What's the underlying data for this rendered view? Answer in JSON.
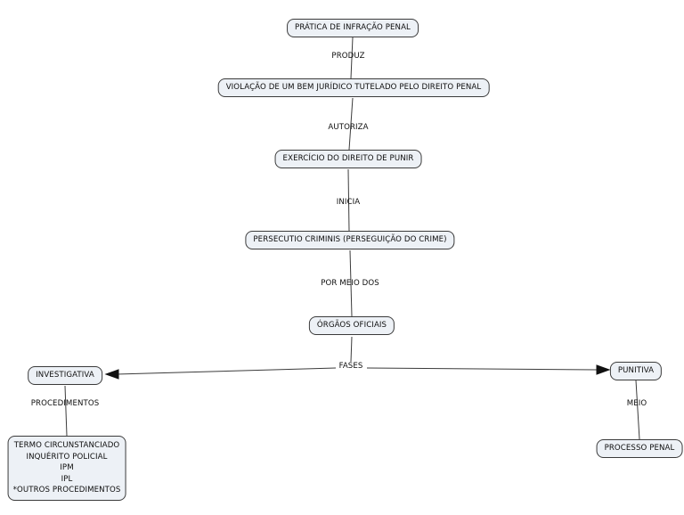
{
  "diagram": {
    "type": "concept-map",
    "background": "#ffffff",
    "colors": {
      "node_fill": "#edf1f6",
      "node_border": "#3b3b3b",
      "edge_line": "#3b3b3b",
      "text": "#0d0d0d"
    },
    "nodes": [
      {
        "id": "pratica",
        "label": "PRÁTICA DE INFRAÇÃO PENAL"
      },
      {
        "id": "violacao",
        "label": "VIOLAÇÃO DE UM BEM JURÍDICO TUTELADO PELO DIREITO PENAL"
      },
      {
        "id": "exercicio",
        "label": "EXERCÍCIO DO DIREITO DE PUNIR"
      },
      {
        "id": "persecutio",
        "label": "PERSECUTIO CRIMINIS (PERSEGUIÇÃO DO CRIME)"
      },
      {
        "id": "orgaos",
        "label": "ÓRGÃOS OFICIAIS"
      },
      {
        "id": "investigativa",
        "label": "INVESTIGATIVA"
      },
      {
        "id": "procedimentos-list",
        "lines": [
          "TERMO CIRCUNSTANCIADO",
          "INQUÉRITO POLICIAL",
          "IPM",
          "IPL",
          "*OUTROS PROCEDIMENTOS"
        ]
      },
      {
        "id": "punitiva",
        "label": "PUNITIVA"
      },
      {
        "id": "processo-penal",
        "label": "PROCESSO PENAL"
      }
    ],
    "links": [
      {
        "label": "PRODUZ",
        "from": "pratica",
        "to": "violacao"
      },
      {
        "label": "AUTORIZA",
        "from": "violacao",
        "to": "exercicio"
      },
      {
        "label": "INICIA",
        "from": "exercicio",
        "to": "persecutio"
      },
      {
        "label": "POR MEIO DOS",
        "from": "persecutio",
        "to": "orgaos"
      },
      {
        "label": "FASES",
        "from": "orgaos",
        "to": "investigativa / punitiva",
        "arrowheads": true
      },
      {
        "label": "PROCEDIMENTOS",
        "from": "investigativa",
        "to": "procedimentos-list"
      },
      {
        "label": "MEIO",
        "from": "punitiva",
        "to": "processo-penal"
      }
    ]
  }
}
